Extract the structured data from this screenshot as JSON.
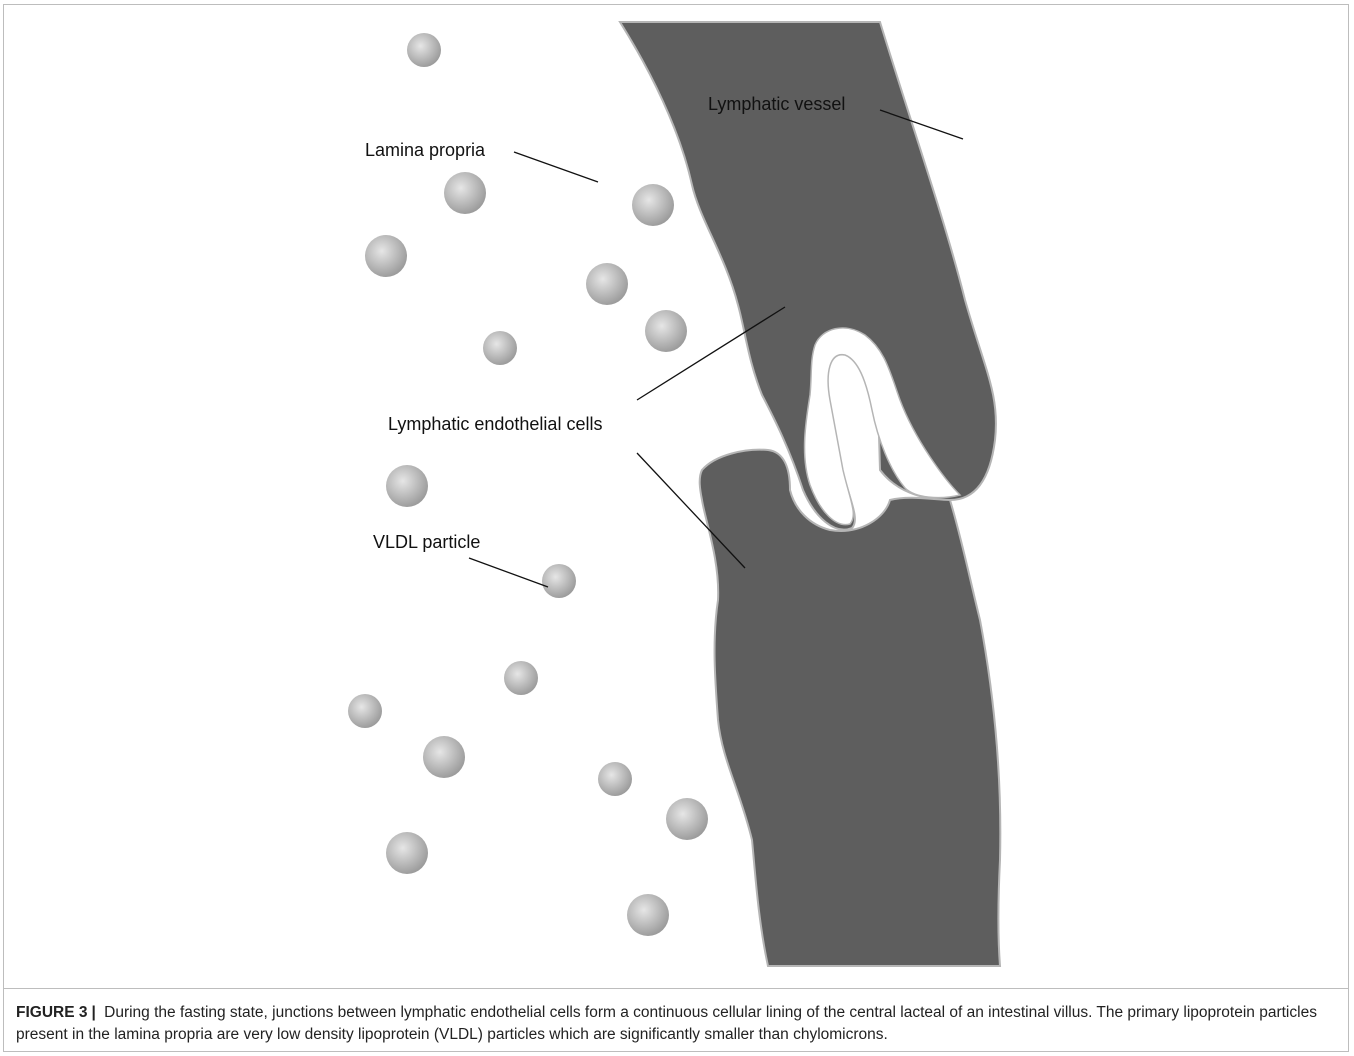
{
  "labels": {
    "lymphatic_vessel": "Lymphatic vessel",
    "lamina_propria": "Lamina propria",
    "endothelial_cells": "Lymphatic endothelial cells",
    "vldl_particle": "VLDL particle"
  },
  "caption": {
    "figure_number": "FIGURE 3",
    "separator": "|",
    "text": "During the fasting state, junctions between lymphatic endothelial cells form a continuous cellular lining of the central lacteal of an intestinal villus. The primary lipoprotein particles present in the lamina propria are very low density lipoprotein (VLDL) particles which are significantly smaller than chylomicrons."
  },
  "colors": {
    "vessel_fill": "#5e5e5e",
    "vessel_outline": "#b5b5b5",
    "particle_light": "#e6e6e6",
    "particle_dark": "#9a9a9a",
    "leader_line": "#111111"
  }
}
